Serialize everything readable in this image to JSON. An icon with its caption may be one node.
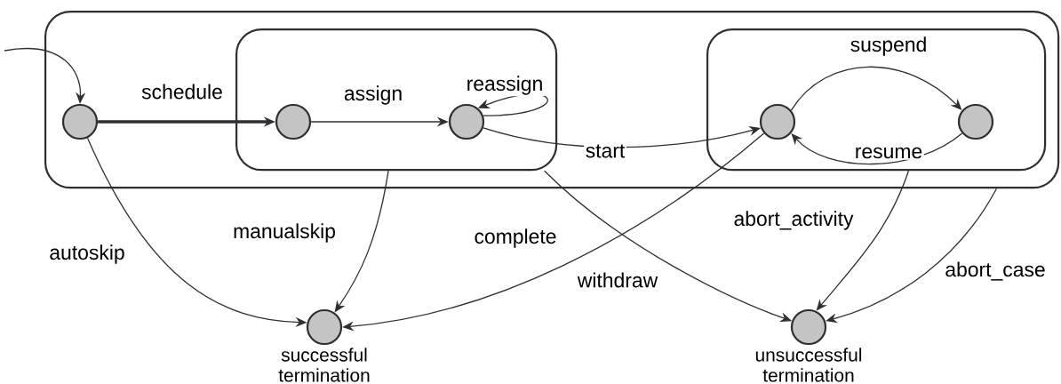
{
  "diagram": {
    "nodes": [
      {
        "text": [],
        "shape": "box"
      },
      {
        "text": [],
        "shape": "box",
        "in": 0
      },
      {
        "text": [],
        "shape": "box",
        "in": 0
      },
      {
        "text": [],
        "shape": "circle",
        "in": 0
      },
      {
        "text": [],
        "shape": "circle",
        "in": 1
      },
      {
        "text": [],
        "shape": "circle",
        "in": 1
      },
      {
        "text": [],
        "shape": "circle",
        "in": 2
      },
      {
        "text": [],
        "shape": "circle",
        "in": 2
      },
      {
        "text": [
          "successful termination"
        ]
      },
      {
        "text": [
          "unsuccessful termination"
        ]
      }
    ],
    "edges": [
      {
        "from": null,
        "to": 3,
        "arrow": "to"
      },
      {
        "from": 3,
        "to": 4,
        "arrow": "to",
        "label": "schedule",
        "style": "thick"
      },
      {
        "from": 4,
        "to": 5,
        "arrow": "to",
        "label": "assign"
      },
      {
        "from": 5,
        "to": 5,
        "arrow": "to",
        "label": "reassign"
      },
      {
        "from": 5,
        "to": 6,
        "arrow": "to",
        "label": "start"
      },
      {
        "from": 6,
        "to": 7,
        "arrow": "to",
        "label": "suspend"
      },
      {
        "from": 7,
        "to": 6,
        "arrow": "to",
        "label": "resume"
      },
      {
        "from": 3,
        "to": 8,
        "arrow": "to",
        "label": "autoskip"
      },
      {
        "from": 1,
        "to": 8,
        "arrow": "to",
        "label": "manualskip"
      },
      {
        "from": 6,
        "to": 8,
        "arrow": "to",
        "label": "complete"
      },
      {
        "from": 1,
        "to": 9,
        "arrow": "to",
        "label": "withdraw"
      },
      {
        "from": 2,
        "to": 9,
        "arrow": "to",
        "label": "abort_activity"
      },
      {
        "from": 0,
        "to": 9,
        "arrow": "to",
        "label": "abort_case"
      }
    ]
  }
}
